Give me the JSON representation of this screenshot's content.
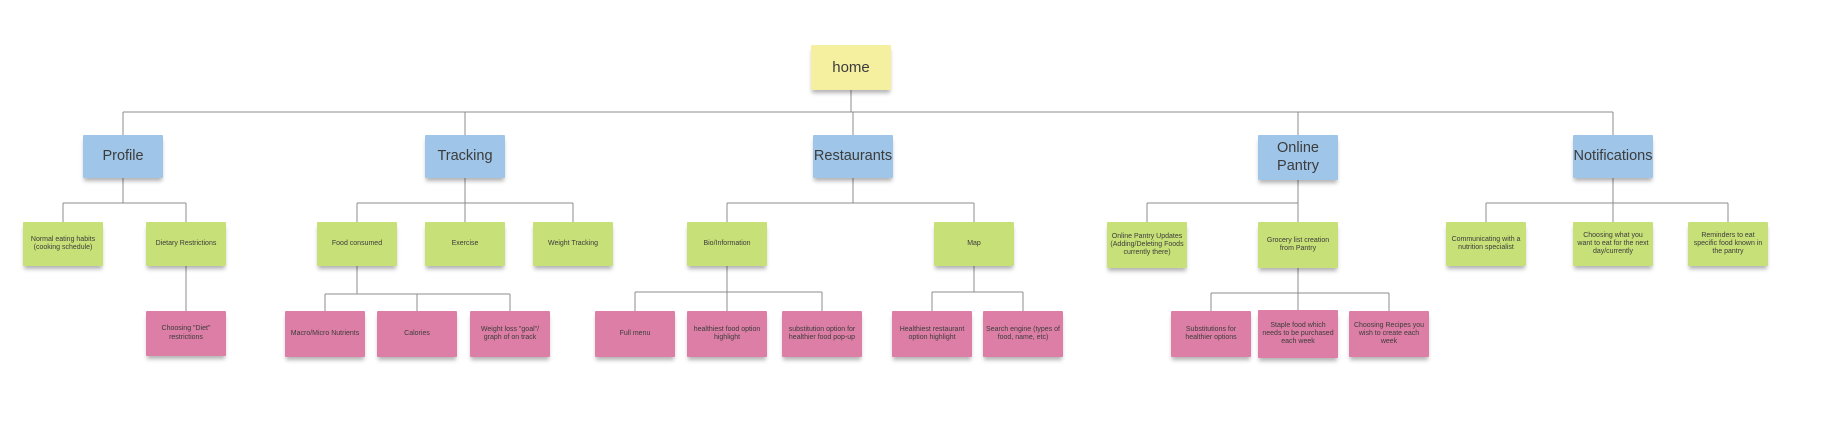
{
  "diagram": {
    "type": "mind-map",
    "colors": {
      "root_note": "#F5EFA0",
      "branch_note": "#9FC5E8",
      "leaf_note": "#C7E077",
      "detail_note": "#DC7EA5",
      "connector": "#8c8c8c",
      "text": "#3c3c3c",
      "background": "#ffffff"
    }
  },
  "nodes": {
    "home": {
      "label": "home"
    },
    "profile": {
      "label": "Profile"
    },
    "tracking": {
      "label": "Tracking"
    },
    "restaurants": {
      "label": "Restaurants"
    },
    "online_pantry": {
      "label": "Online Pantry"
    },
    "notifications": {
      "label": "Notifications"
    },
    "normal_eating_habits": {
      "label": "Normal eating habits (cooking schedule)"
    },
    "dietary_restrictions": {
      "label": "Dietary Restrictions"
    },
    "choosing_diet_restrictions": {
      "label": "Choosing \"Diet\" restrictions"
    },
    "food_consumed": {
      "label": "Food consumed"
    },
    "exercise": {
      "label": "Exercise"
    },
    "weight_tracking": {
      "label": "Weight Tracking"
    },
    "macro_micro_nutrients": {
      "label": "Macro/Micro Nutrients"
    },
    "calories": {
      "label": "Calories"
    },
    "weight_loss_goal": {
      "label": "Weight loss \"goal\"/ graph of on track"
    },
    "bio_information": {
      "label": "Bio/Information"
    },
    "map": {
      "label": "Map"
    },
    "full_menu": {
      "label": "Full menu"
    },
    "healthiest_food_option": {
      "label": "healthiest food option highlight"
    },
    "substitution_option": {
      "label": "substitution option for healthier food pop-up"
    },
    "healthiest_restaurant_option": {
      "label": "Healthiest restaurant option highlight"
    },
    "search_engine": {
      "label": "Search engine (types of food, name, etc)"
    },
    "online_pantry_updates": {
      "label": "Online Pantry Updates (Adding/Deleting Foods currently there)"
    },
    "grocery_list_creation": {
      "label": "Grocery list creation from Pantry"
    },
    "substitutions_for_healthier": {
      "label": "Substitutions for healthier options"
    },
    "staple_food": {
      "label": "Staple food which needs to be purchased each week"
    },
    "choosing_recipes": {
      "label": "Choosing Recipes you wish to create each week"
    },
    "communicating_nutrition": {
      "label": "Communicating with a nutrition specialist"
    },
    "choosing_what_to_eat": {
      "label": "Choosing what you want to eat for the next day/currently"
    },
    "reminders_to_eat": {
      "label": "Reminders to eat specific food known in the pantry"
    }
  }
}
